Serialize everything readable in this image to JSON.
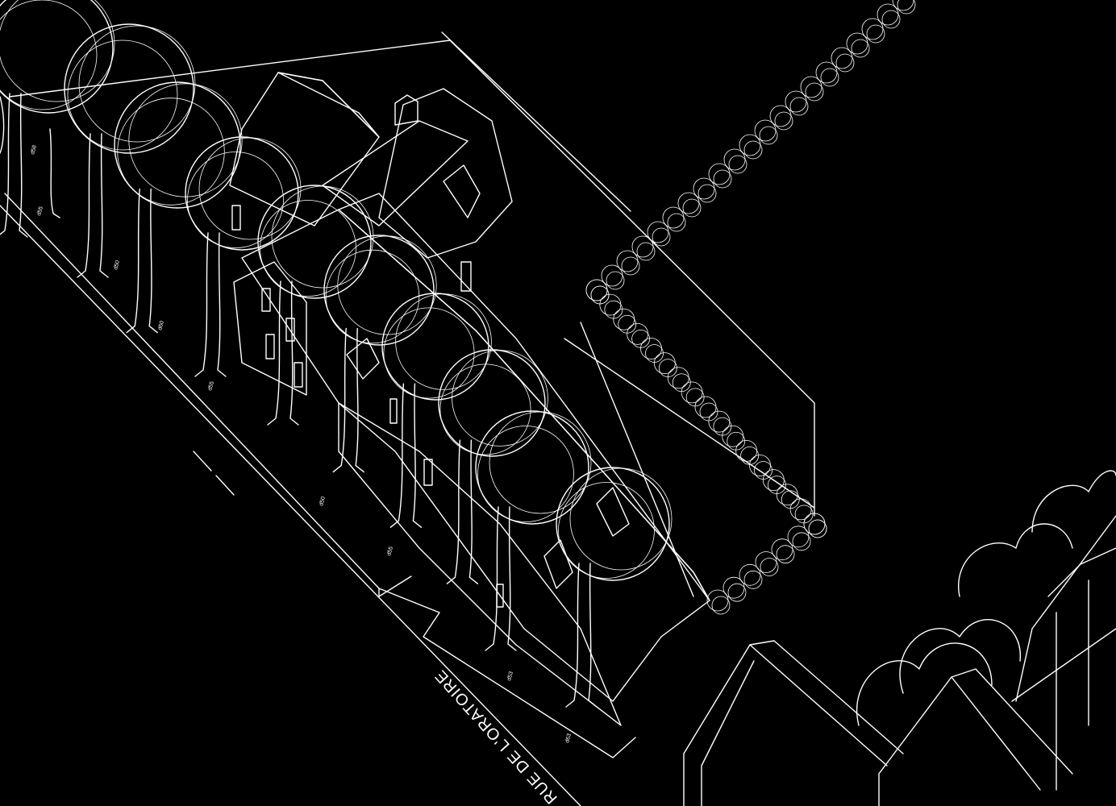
{
  "street_label": "RUE DE L'ORATOIRE",
  "tree_tags": [
    "d58",
    "d55",
    "d50",
    "d60",
    "d55",
    "d50",
    "d55",
    "d53",
    "d63"
  ],
  "colors": {
    "background": "#000000",
    "ink": "#ffffff"
  }
}
